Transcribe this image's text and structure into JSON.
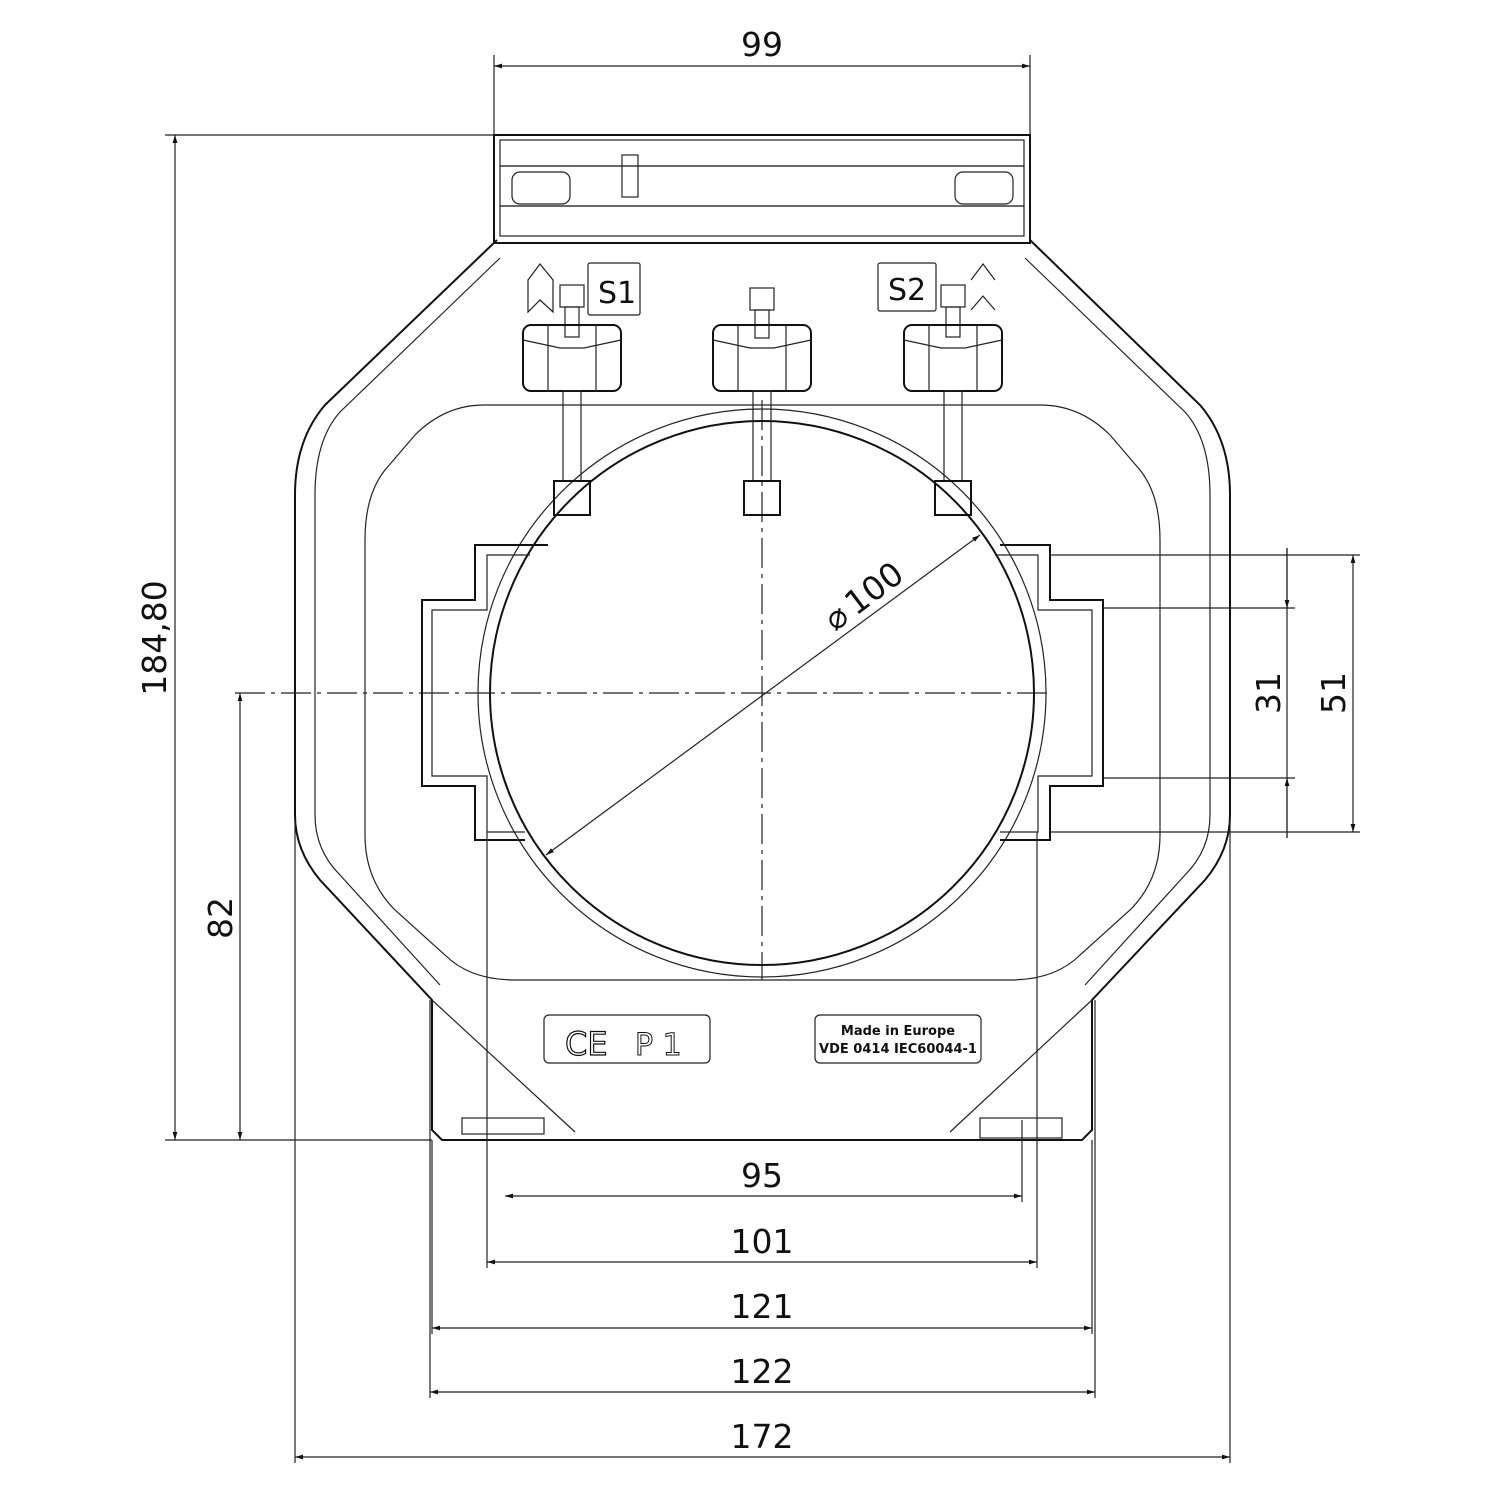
{
  "drawing": {
    "dimensions": {
      "top_width": "99",
      "overall_height": "184,80",
      "center_height": "82",
      "slot_inner": "31",
      "slot_outer": "51",
      "diameter": "100",
      "w95": "95",
      "w101": "101",
      "w121": "121",
      "w122": "122",
      "w172": "172"
    },
    "terminals": {
      "s1": "S1",
      "s2": "S2"
    },
    "labels": {
      "ce": "CE",
      "p1": "P 1",
      "made_in": "Made in Europe",
      "standard": "VDE 0414 IEC60044-1"
    },
    "diameter_symbol": "⌀"
  }
}
